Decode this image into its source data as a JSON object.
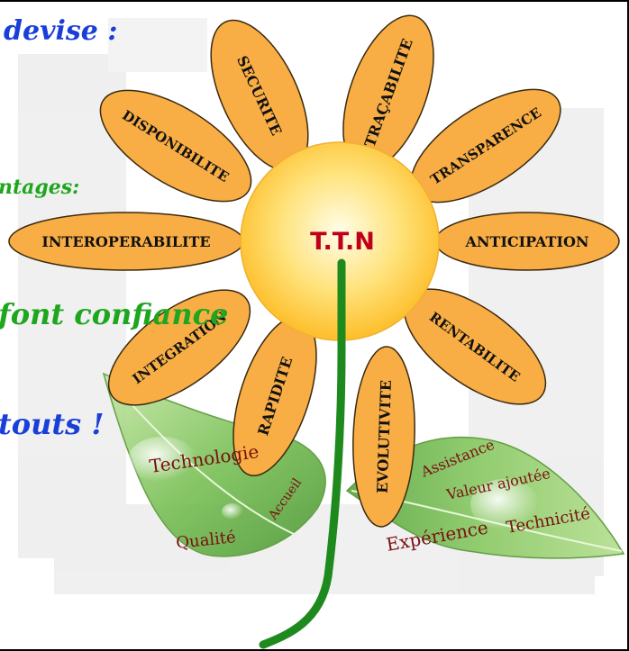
{
  "slide": {
    "texts": {
      "devise": "devise :",
      "avantages": "ntages:",
      "confiance": "font confiance",
      "atouts": "touts !"
    },
    "center": {
      "label": "T.T.N"
    },
    "petals": [
      {
        "label": "SECURITE"
      },
      {
        "label": "TRAÇABILITE"
      },
      {
        "label": "DISPONIBILITE"
      },
      {
        "label": "TRANSPARENCE"
      },
      {
        "label": "INTEROPERABILITE"
      },
      {
        "label": "ANTICIPATION"
      },
      {
        "label": "INTEGRATION"
      },
      {
        "label": "RENTABILITE"
      },
      {
        "label": "RAPIDITE"
      },
      {
        "label": "EVOLUTIVITE"
      }
    ],
    "left_leaf": [
      {
        "label": "Technologie"
      },
      {
        "label": "Accueil"
      },
      {
        "label": "Qualité"
      }
    ],
    "right_leaf": [
      {
        "label": "Assistance"
      },
      {
        "label": "Valeur ajoutée"
      },
      {
        "label": "Technicité"
      },
      {
        "label": "Expérience"
      }
    ],
    "colors": {
      "petal_fill": "#F8AE45",
      "petal_stroke": "#3a2a10",
      "center_text": "#C0001A",
      "stem": "#1E8A1E",
      "blue_text": "#1A3FD8",
      "green_text": "#1EA61E",
      "leaf_text": "#7A1010"
    }
  }
}
